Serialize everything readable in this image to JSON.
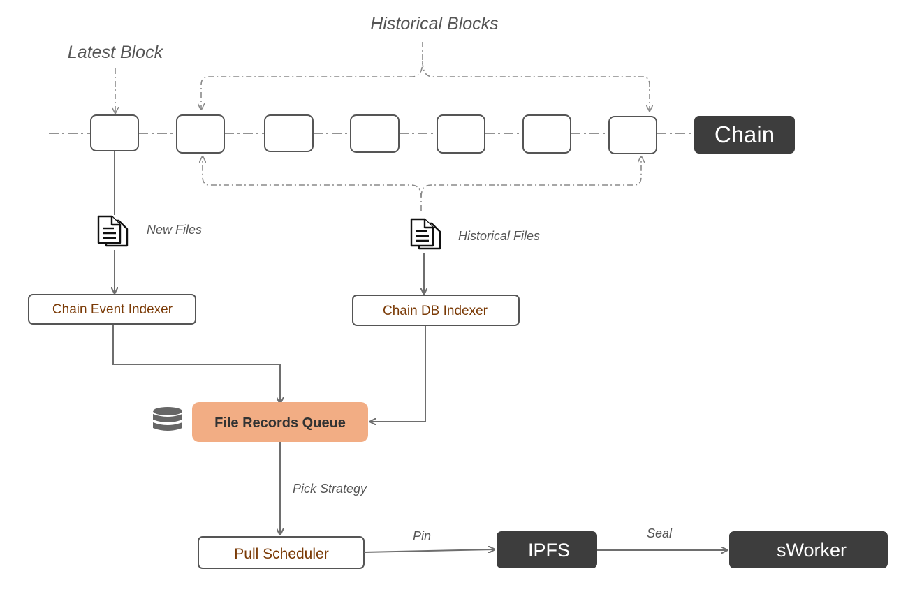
{
  "labels": {
    "latest_block": "Latest Block",
    "historical_blocks": "Historical Blocks",
    "new_files": "New Files",
    "historical_files": "Historical Files",
    "pick_strategy": "Pick Strategy",
    "pin": "Pin",
    "seal": "Seal"
  },
  "nodes": {
    "chain": "Chain",
    "chain_event_indexer": "Chain Event Indexer",
    "chain_db_indexer": "Chain DB Indexer",
    "file_records_queue": "File Records Queue",
    "pull_scheduler": "Pull Scheduler",
    "ipfs": "IPFS",
    "sworker": "sWorker"
  },
  "icons": {
    "files": "document-files-icon",
    "database": "database-icon"
  },
  "colors": {
    "dark_node": "#3d3d3d",
    "queue_fill": "#f2ad84",
    "brown_text": "#7a3a06",
    "line": "#6e6e6e",
    "dashed": "#8a8a8a"
  }
}
